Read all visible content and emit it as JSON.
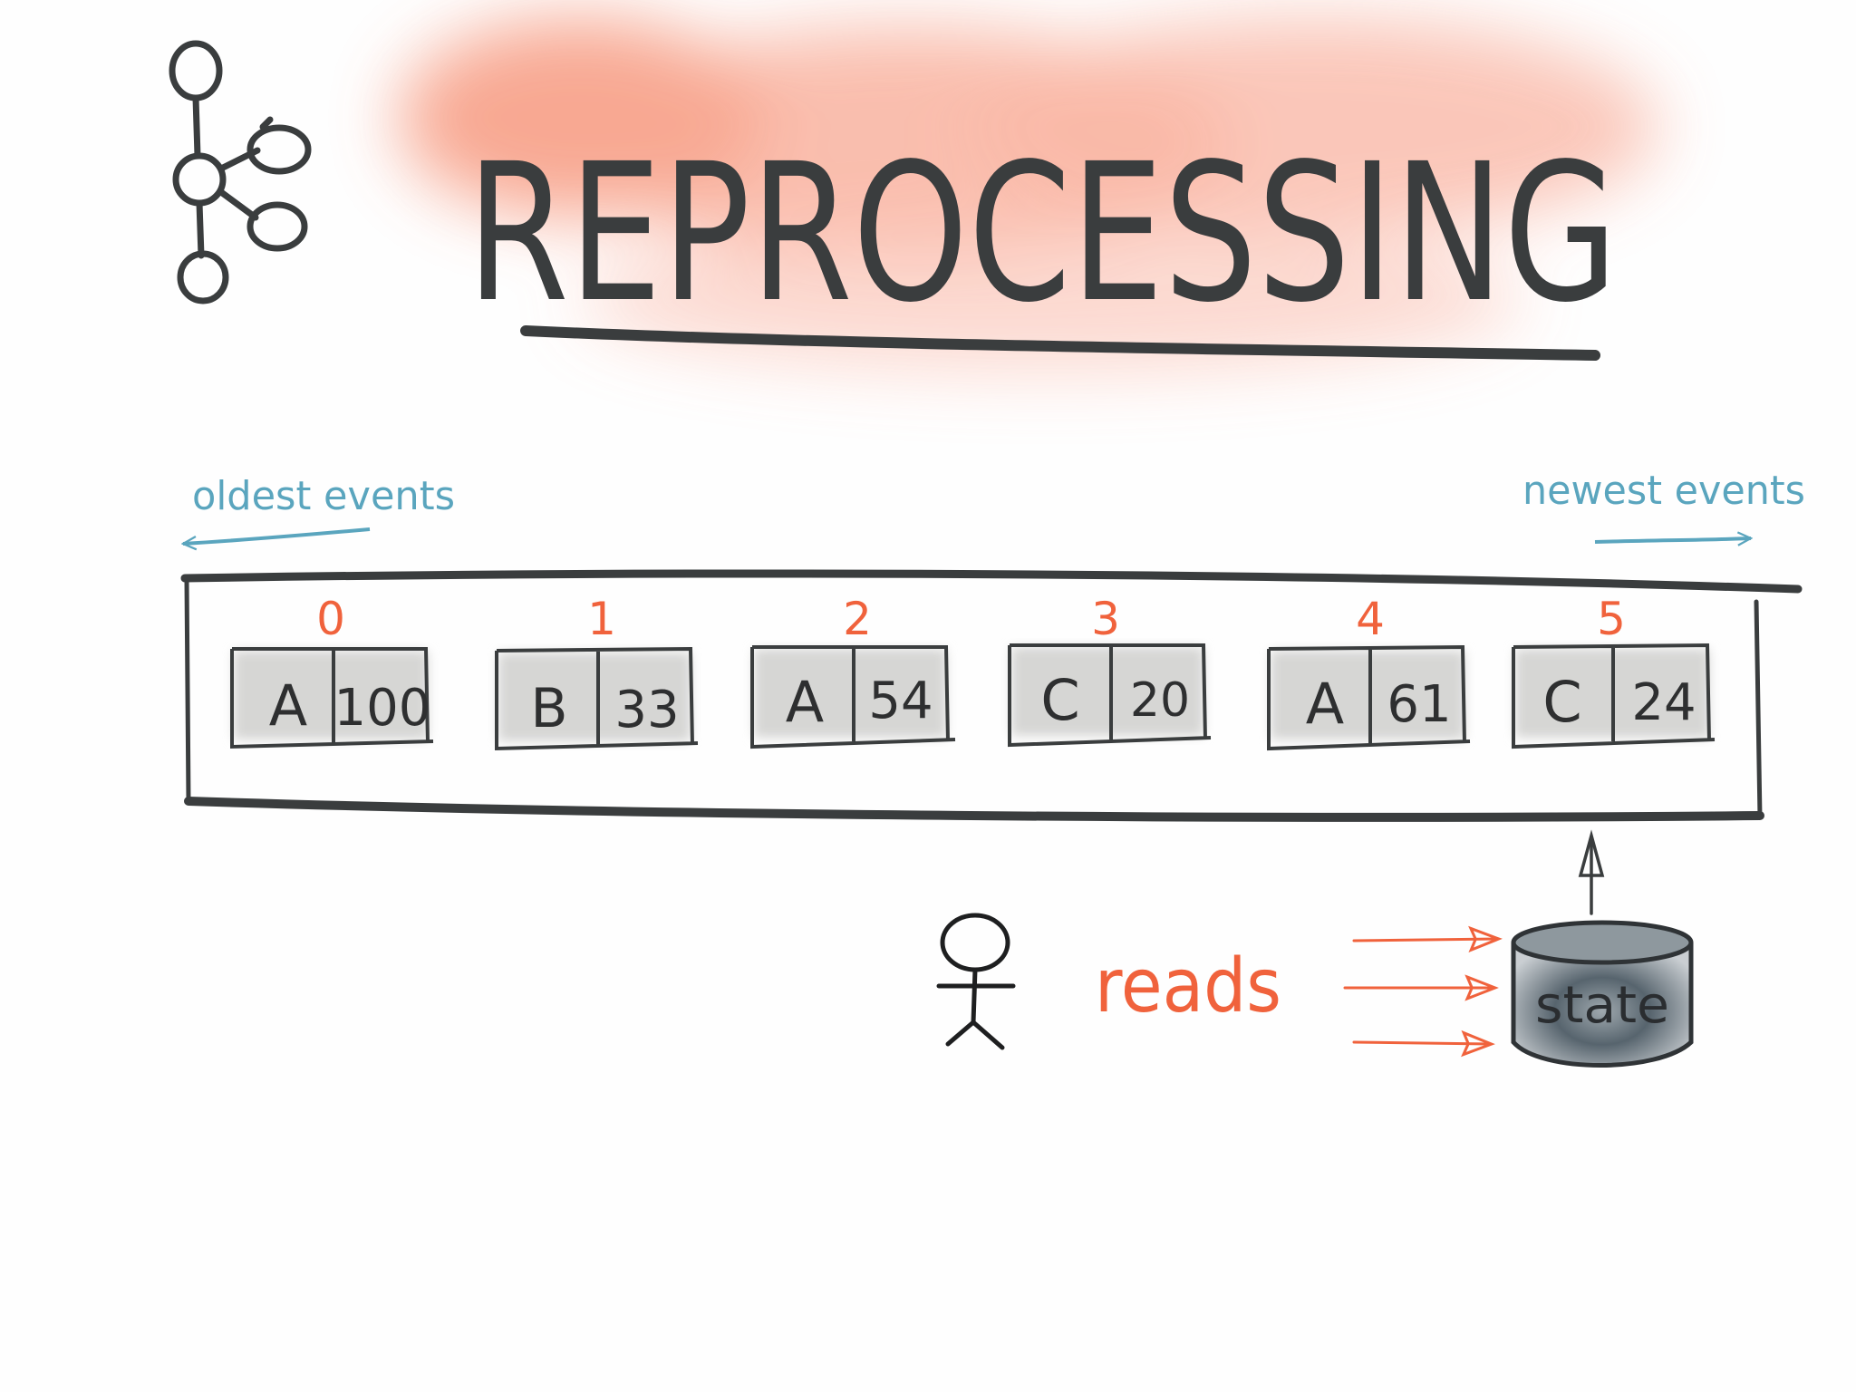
{
  "title": "REPROCESSING",
  "labels": {
    "oldest": "oldest events",
    "newest": "newest events",
    "reads": "reads",
    "state": "state"
  },
  "events": [
    {
      "offset": "0",
      "key": "A",
      "value": "100"
    },
    {
      "offset": "1",
      "key": "B",
      "value": "33"
    },
    {
      "offset": "2",
      "key": "A",
      "value": "54"
    },
    {
      "offset": "3",
      "key": "C",
      "value": "20"
    },
    {
      "offset": "4",
      "key": "A",
      "value": "61"
    },
    {
      "offset": "5",
      "key": "C",
      "value": "24"
    }
  ],
  "colors": {
    "ink": "#3a3d3e",
    "accent": "#f0623c",
    "blue": "#5aa5be",
    "cellFill": "#d6d6d4",
    "highlight": "#f79a80"
  },
  "icons": [
    "kafka-logo-icon",
    "stick-figure-icon",
    "database-icon"
  ]
}
